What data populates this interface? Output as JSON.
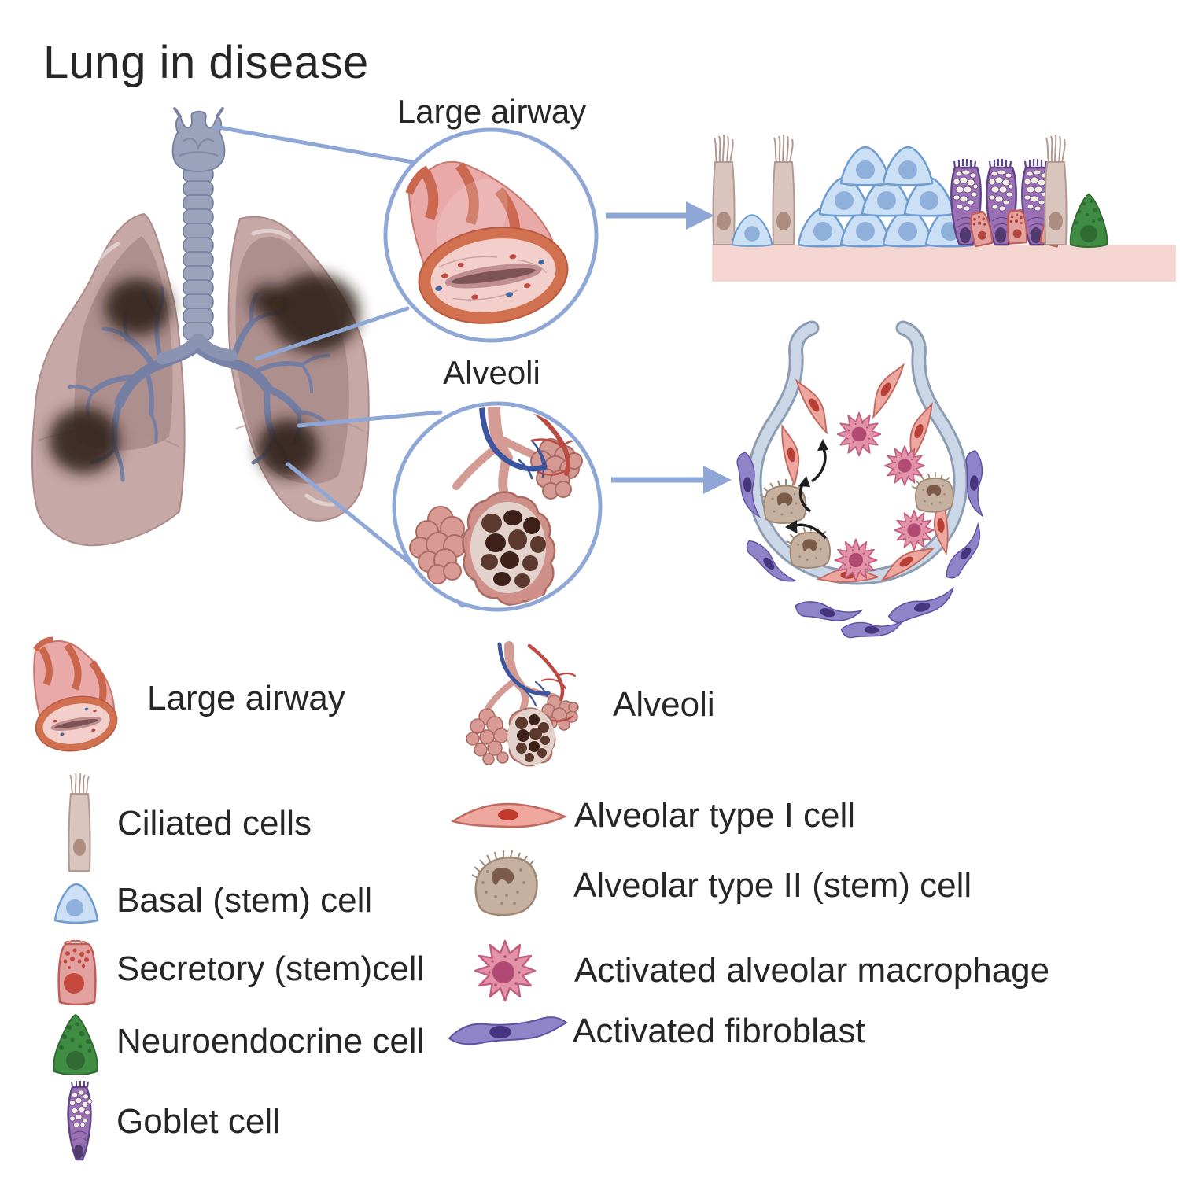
{
  "title": "Lung in disease",
  "diagram": {
    "large_airway_label": "Large airway",
    "alveoli_label": "Alveoli"
  },
  "legend": {
    "left": [
      {
        "label": "Large airway",
        "icon": "large-airway-icon"
      },
      {
        "label": "Ciliated cells",
        "icon": "ciliated-cell-icon"
      },
      {
        "label": "Basal (stem) cell",
        "icon": "basal-cell-icon"
      },
      {
        "label": "Secretory (stem)cell",
        "icon": "secretory-cell-icon"
      },
      {
        "label": "Neuroendocrine cell",
        "icon": "neuroendocrine-cell-icon"
      },
      {
        "label": "Goblet cell",
        "icon": "goblet-cell-icon"
      }
    ],
    "right": [
      {
        "label": "Alveoli",
        "icon": "alveoli-icon"
      },
      {
        "label": "Alveolar type I cell",
        "icon": "alveolar-type1-cell-icon"
      },
      {
        "label": "Alveolar type II (stem) cell",
        "icon": "alveolar-type2-cell-icon"
      },
      {
        "label": "Activated alveolar macrophage",
        "icon": "macrophage-icon"
      },
      {
        "label": "Activated fibroblast",
        "icon": "fibroblast-icon"
      }
    ]
  },
  "colors": {
    "accent_line": "#8EA7D7",
    "text": "#262626",
    "lung": "#C4A6A4",
    "trachea": "#9BA3BC",
    "airway_wall": "#D2714F",
    "airway_body": "#E9A9A9",
    "basal_cell": "#CBDFF5",
    "ciliated_cell": "#D9C5BD",
    "goblet_cell": "#9C70B5",
    "secretory_cell": "#E2A09E",
    "neuroendocrine_cell": "#3F8D43",
    "type1_cell": "#EDA79F",
    "type2_cell": "#C6B0A0",
    "macrophage": "#E393A8",
    "fibroblast": "#8F84C8",
    "basement_membrane": "#F5D5CF",
    "alveolus_wall": "#CBD7E6",
    "disease_spot": "#2E2014"
  }
}
